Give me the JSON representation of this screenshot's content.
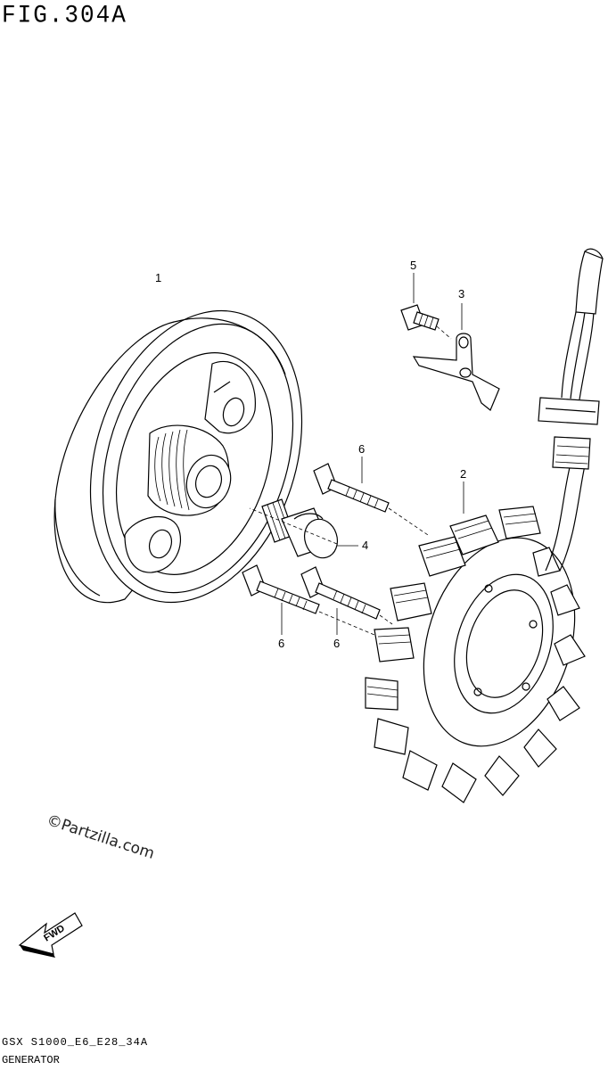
{
  "figure": {
    "title": "FIG.304A"
  },
  "callouts": [
    {
      "id": "c1",
      "label": "1"
    },
    {
      "id": "c2",
      "label": "2"
    },
    {
      "id": "c3",
      "label": "3"
    },
    {
      "id": "c4",
      "label": "4"
    },
    {
      "id": "c5",
      "label": "5"
    },
    {
      "id": "c6a",
      "label": "6"
    },
    {
      "id": "c6b",
      "label": "6"
    },
    {
      "id": "c6c",
      "label": "6"
    }
  ],
  "watermark": "©Partzilla.com",
  "direction_arrow": {
    "label": "FWD",
    "icon": "fwd-arrow-icon"
  },
  "footer": {
    "code": "GSX S1000_E6_E28_34A",
    "name": "GENERATOR"
  }
}
